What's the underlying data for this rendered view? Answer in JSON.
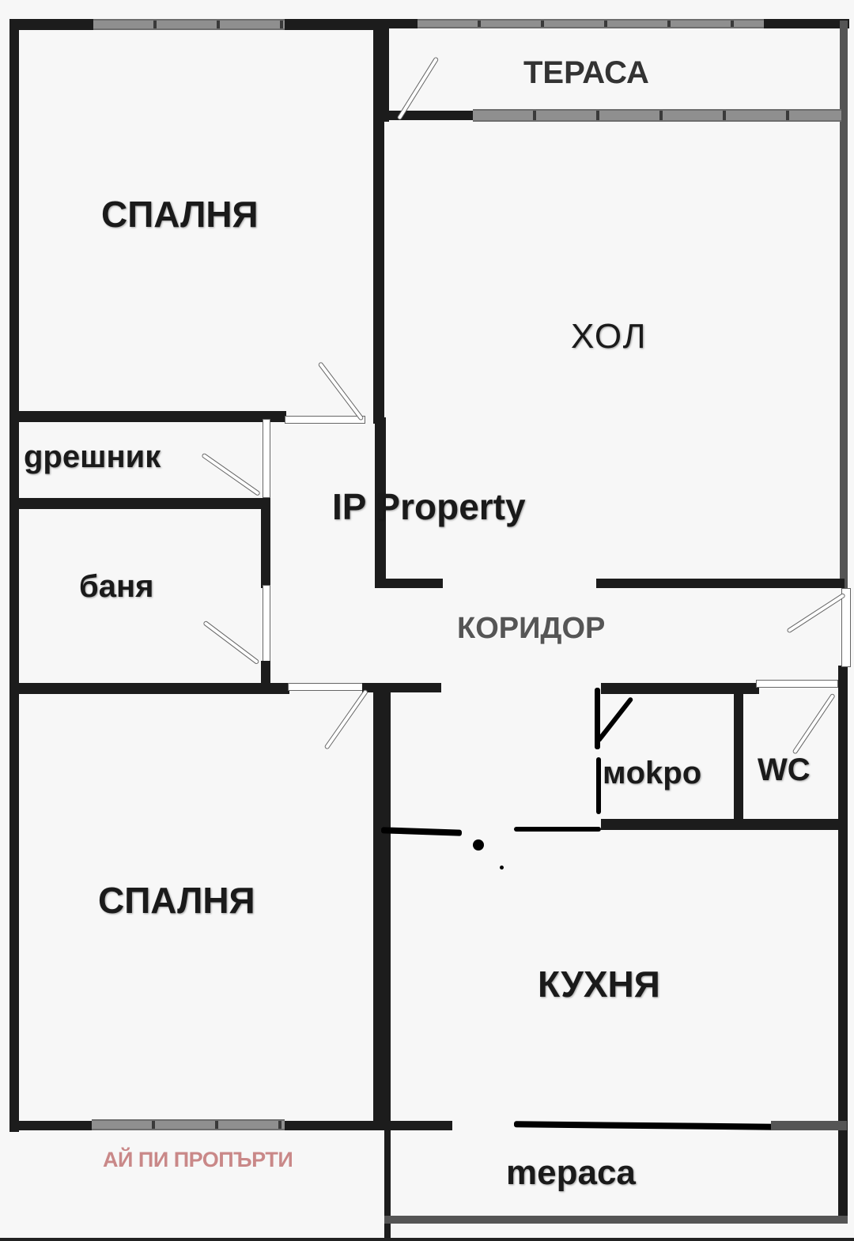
{
  "floorplan": {
    "rooms": [
      {
        "id": "bedroom_top",
        "label": "СПАЛНЯ"
      },
      {
        "id": "terrace_top",
        "label": "ТЕРАСА"
      },
      {
        "id": "living_room",
        "label": "ХОЛ"
      },
      {
        "id": "closet",
        "label": "gрешник"
      },
      {
        "id": "bathroom",
        "label": "баня"
      },
      {
        "id": "corridor",
        "label": "КОРИДОР"
      },
      {
        "id": "laundry",
        "label": "мokpo"
      },
      {
        "id": "wc",
        "label": "WC"
      },
      {
        "id": "bedroom_bottom",
        "label": "СПАЛНЯ"
      },
      {
        "id": "kitchen",
        "label": "КУХНЯ"
      },
      {
        "id": "terrace_bottom",
        "label": "mepaca"
      }
    ],
    "center_watermark": "IP Property",
    "brand_watermark": "АЙ ПИ ПРОПЪРТИ",
    "colors": {
      "wall": "#1c1c1c",
      "window": "#8f8f8f",
      "background": "#f7f7f7",
      "brand_watermark": "#c98888"
    }
  }
}
